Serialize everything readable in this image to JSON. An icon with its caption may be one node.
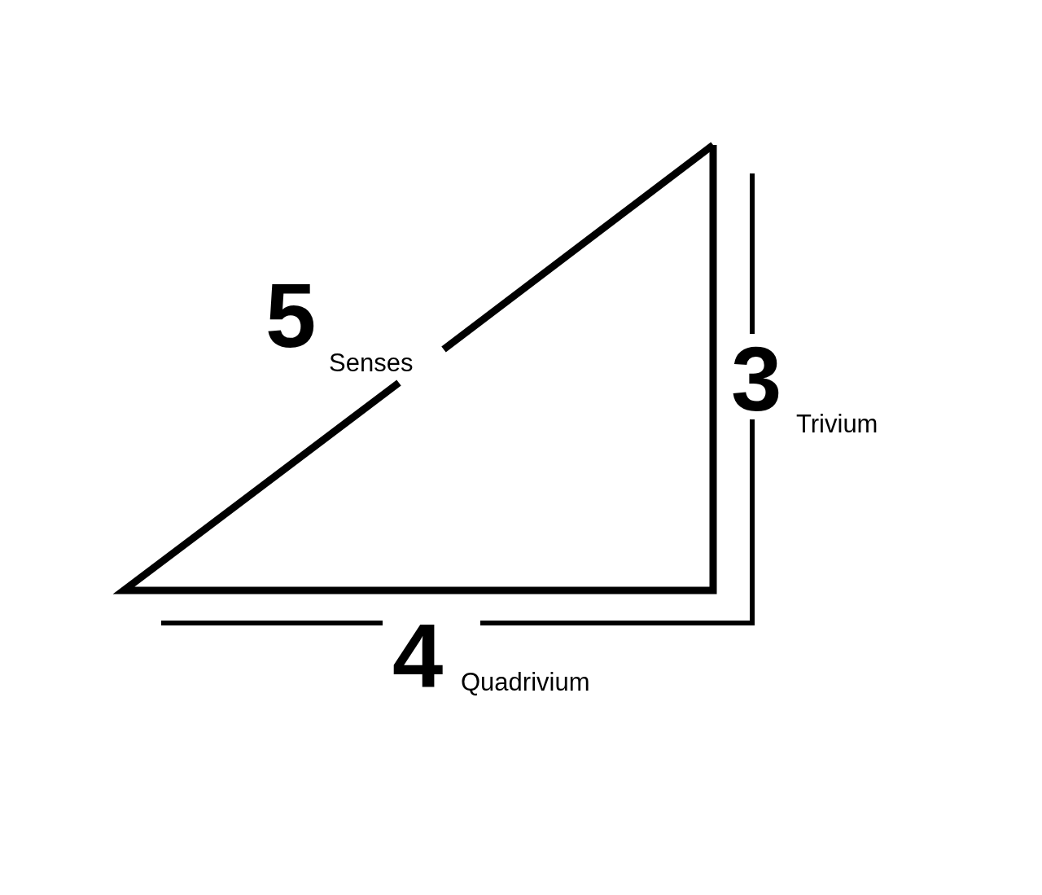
{
  "diagram": {
    "labels": [
      "5",
      "Senses",
      "3",
      "Trivium",
      "4",
      "Quadrivium"
    ]
  }
}
